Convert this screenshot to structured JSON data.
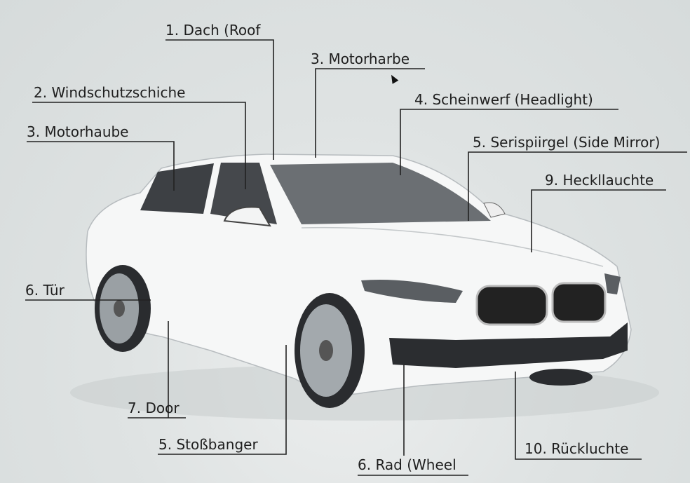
{
  "labels": {
    "roof": "1. Dach (Roof",
    "windshield": "2. Windschutzschiche",
    "hood_left": "3. Motorhaube",
    "hood_top": "3. Motorharbe",
    "headlight": "4. Scheinwerf (Headlight)",
    "side_mirror": "5. Serispiirgel (Side Mirror)",
    "taillight": "9. Heckllauchte",
    "door_de": "6. Tür",
    "door_en": "7. Door",
    "bumper": "5. Stoßbanger",
    "wheel": "6. Rad (Wheel",
    "rear_light": "10. Rückluchte"
  },
  "colors": {
    "line": "#222222",
    "car_body": "#f7f8f8",
    "glass": "#3a3d40"
  }
}
